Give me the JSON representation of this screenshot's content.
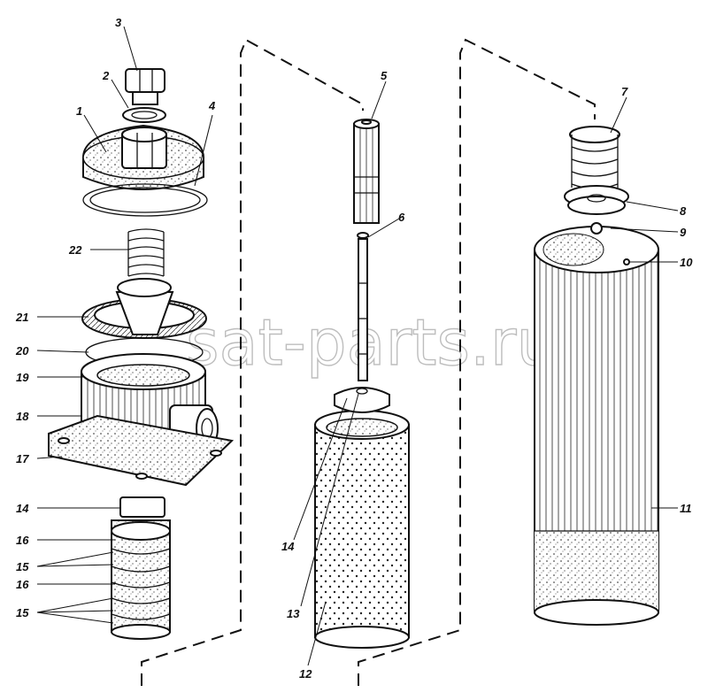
{
  "diagram": {
    "watermark": "sat-parts.ru",
    "callouts": [
      {
        "id": "3",
        "label": "3"
      },
      {
        "id": "2",
        "label": "2"
      },
      {
        "id": "1",
        "label": "1"
      },
      {
        "id": "4",
        "label": "4"
      },
      {
        "id": "22",
        "label": "22"
      },
      {
        "id": "21",
        "label": "21"
      },
      {
        "id": "20",
        "label": "20"
      },
      {
        "id": "19",
        "label": "19"
      },
      {
        "id": "18",
        "label": "18"
      },
      {
        "id": "17",
        "label": "17"
      },
      {
        "id": "14a",
        "label": "14"
      },
      {
        "id": "16a",
        "label": "16"
      },
      {
        "id": "15a",
        "label": "15"
      },
      {
        "id": "16b",
        "label": "16"
      },
      {
        "id": "15b",
        "label": "15"
      },
      {
        "id": "5",
        "label": "5"
      },
      {
        "id": "6",
        "label": "6"
      },
      {
        "id": "14b",
        "label": "14"
      },
      {
        "id": "13",
        "label": "13"
      },
      {
        "id": "12",
        "label": "12"
      },
      {
        "id": "7",
        "label": "7"
      },
      {
        "id": "8",
        "label": "8"
      },
      {
        "id": "9",
        "label": "9"
      },
      {
        "id": "10",
        "label": "10"
      },
      {
        "id": "11",
        "label": "11"
      }
    ]
  }
}
